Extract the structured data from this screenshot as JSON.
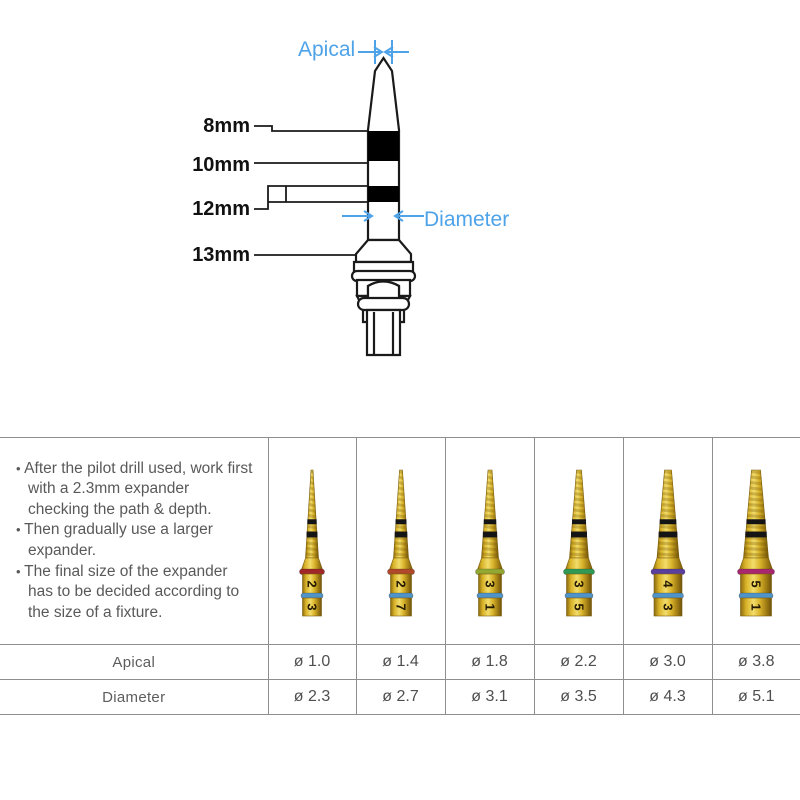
{
  "diagram": {
    "name": "bone-expander-dimension-diagram",
    "apical_label": "Apical",
    "diameter_label": "Diameter",
    "accent_color": "#4ea3e8",
    "depth_marks": [
      {
        "label": "8mm"
      },
      {
        "label": "10mm"
      },
      {
        "label": "12mm"
      },
      {
        "label": "13mm"
      }
    ]
  },
  "table": {
    "notes": [
      "After the pilot drill used, work first with a 2.3mm expander checking the path & depth.",
      "Then gradually use a larger expander.",
      "The final size of the expander has to be decided according to the size of a fixture."
    ],
    "rows": {
      "apical_label": "Apical",
      "diameter_label": "Diameter"
    },
    "products": [
      {
        "code_top": "2",
        "code_bottom": "3",
        "ring_top_color": "#a02828",
        "ring_bottom_color": "#4f93c8",
        "apical": "ø 1.0",
        "diameter": "ø 2.3",
        "shaft_width": 13,
        "tip_width": 2
      },
      {
        "code_top": "2",
        "code_bottom": "7",
        "ring_top_color": "#b0482a",
        "ring_bottom_color": "#4f93c8",
        "apical": "ø 1.4",
        "diameter": "ø 2.7",
        "shaft_width": 15,
        "tip_width": 3
      },
      {
        "code_top": "3",
        "code_bottom": "1",
        "ring_top_color": "#93a832",
        "ring_bottom_color": "#4f93c8",
        "apical": "ø 1.8",
        "diameter": "ø 3.1",
        "shaft_width": 17,
        "tip_width": 4
      },
      {
        "code_top": "3",
        "code_bottom": "5",
        "ring_top_color": "#2f9a55",
        "ring_bottom_color": "#4f93c8",
        "apical": "ø 2.2",
        "diameter": "ø 3.5",
        "shaft_width": 19,
        "tip_width": 5
      },
      {
        "code_top": "4",
        "code_bottom": "3",
        "ring_top_color": "#5a3f9e",
        "ring_bottom_color": "#4f93c8",
        "apical": "ø 3.0",
        "diameter": "ø 4.3",
        "shaft_width": 22,
        "tip_width": 7
      },
      {
        "code_top": "5",
        "code_bottom": "1",
        "ring_top_color": "#a8276f",
        "ring_bottom_color": "#4f93c8",
        "apical": "ø 3.8",
        "diameter": "ø 5.1",
        "shaft_width": 25,
        "tip_width": 9
      }
    ]
  }
}
